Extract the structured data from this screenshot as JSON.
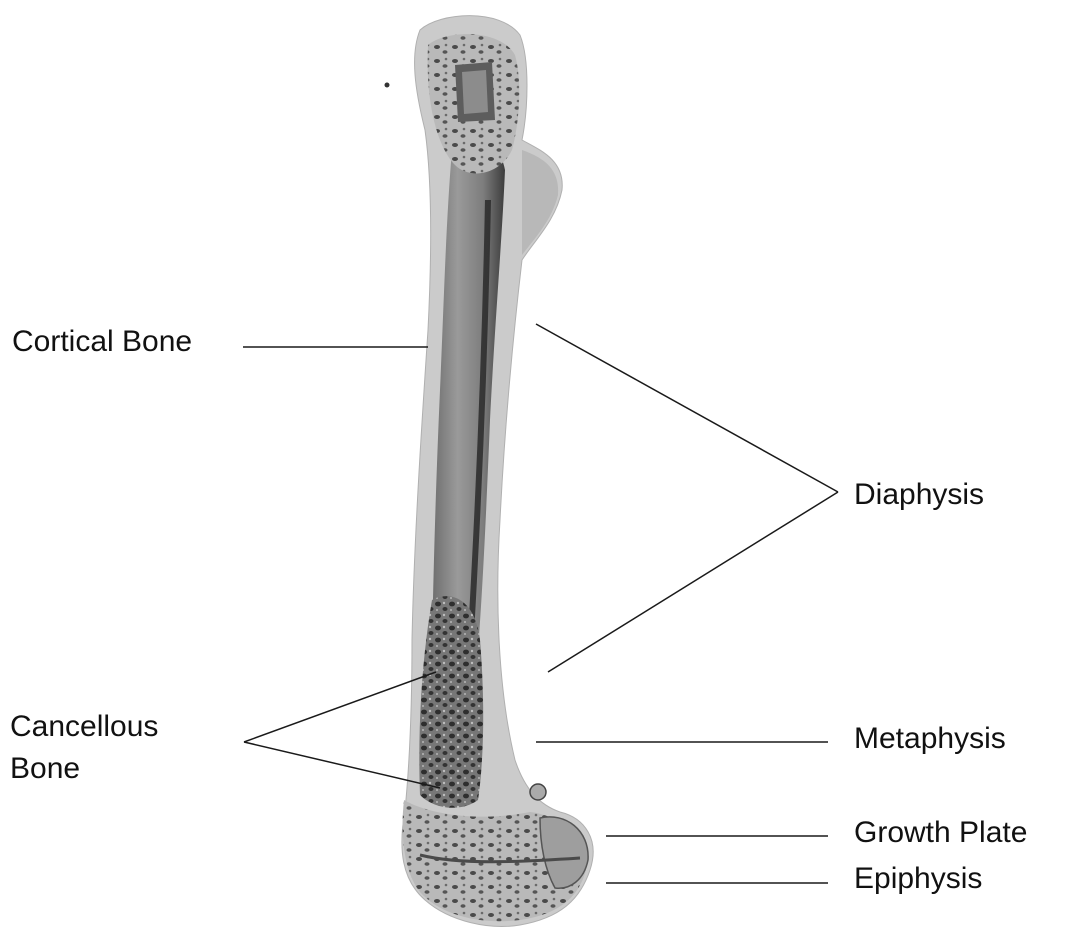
{
  "labels": {
    "cortical_bone": "Cortical Bone",
    "cancellous_line1": "Cancellous",
    "cancellous_line2": "Bone",
    "diaphysis": "Diaphysis",
    "metaphysis": "Metaphysis",
    "growth_plate": "Growth Plate",
    "epiphysis": "Epiphysis"
  },
  "colors": {
    "background": "#ffffff",
    "bone_cut_surface": "#c8c8c8",
    "bone_interior": "#8a8a8a",
    "bone_shadow": "#3a3a3a",
    "leader_line": "#1a1a1a",
    "text": "#111111"
  }
}
